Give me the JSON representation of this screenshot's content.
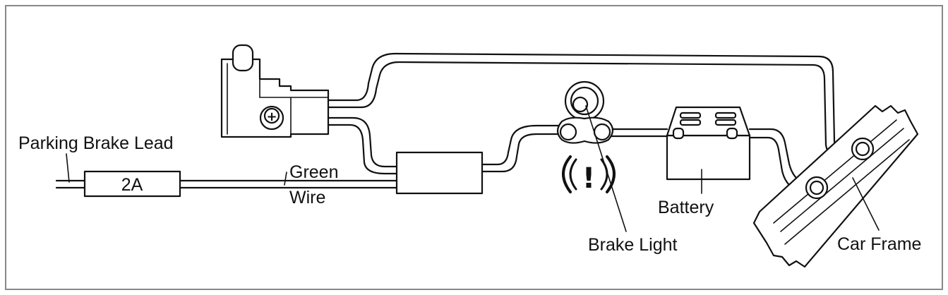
{
  "labels": {
    "parking_brake_lead": "Parking Brake Lead",
    "fuse": "2A",
    "green": "Green",
    "wire": "Wire",
    "battery": "Battery",
    "brake_light": "Brake Light",
    "car_frame": "Car Frame"
  },
  "icons": {
    "plus": "+",
    "warning": "!"
  },
  "colors": {
    "line": "#111111",
    "frame_border": "#888888",
    "background": "#ffffff"
  }
}
